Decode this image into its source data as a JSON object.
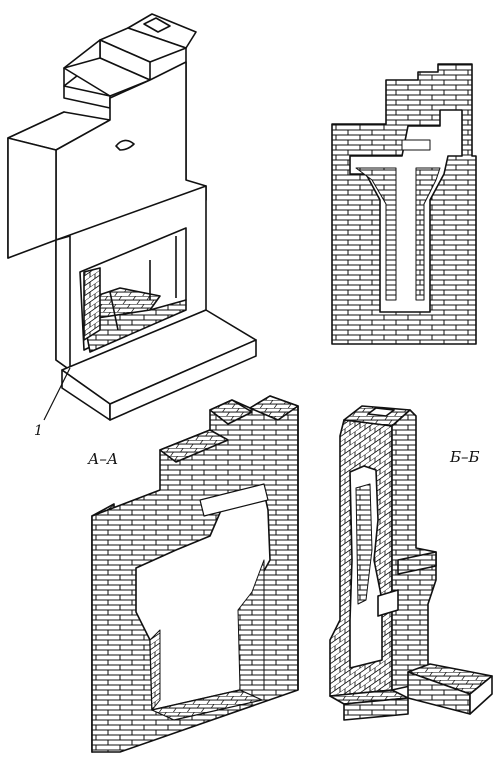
{
  "labels": {
    "callout_1": "1",
    "section_aa": "А–А",
    "section_bb": "Б–Б"
  },
  "colors": {
    "ink": "#111111",
    "paper": "#ffffff"
  }
}
